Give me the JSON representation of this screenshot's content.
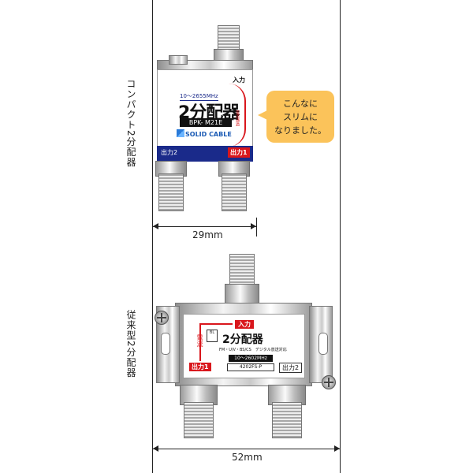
{
  "compact": {
    "side_label": "コンパクト2分配器",
    "width_label": "29mm",
    "freq": "10～2655MHz",
    "title": "2分配器",
    "model": "BPK- M21E",
    "brand": "SOLID CABLE",
    "input": "入力",
    "current_pass": "電流通過",
    "out1": "出力1",
    "out2": "出力2"
  },
  "bubble": {
    "text": "こんなに\nスリムに\nなりました。",
    "color": "#fbc35a"
  },
  "standard": {
    "side_label": "従来型2分配器",
    "width_label": "52mm",
    "title": "2分配器",
    "input": "入力",
    "current": "電流",
    "bands": "FM・U/V・BS/CS　デジタル放送対応",
    "freq": "10～2602MHz",
    "model": "4202FS-P",
    "out1": "出力1",
    "out2": "出力2",
    "check_mark": "BL"
  },
  "colors": {
    "label_blue": "#1a2a8a",
    "label_red": "#d9161c"
  }
}
